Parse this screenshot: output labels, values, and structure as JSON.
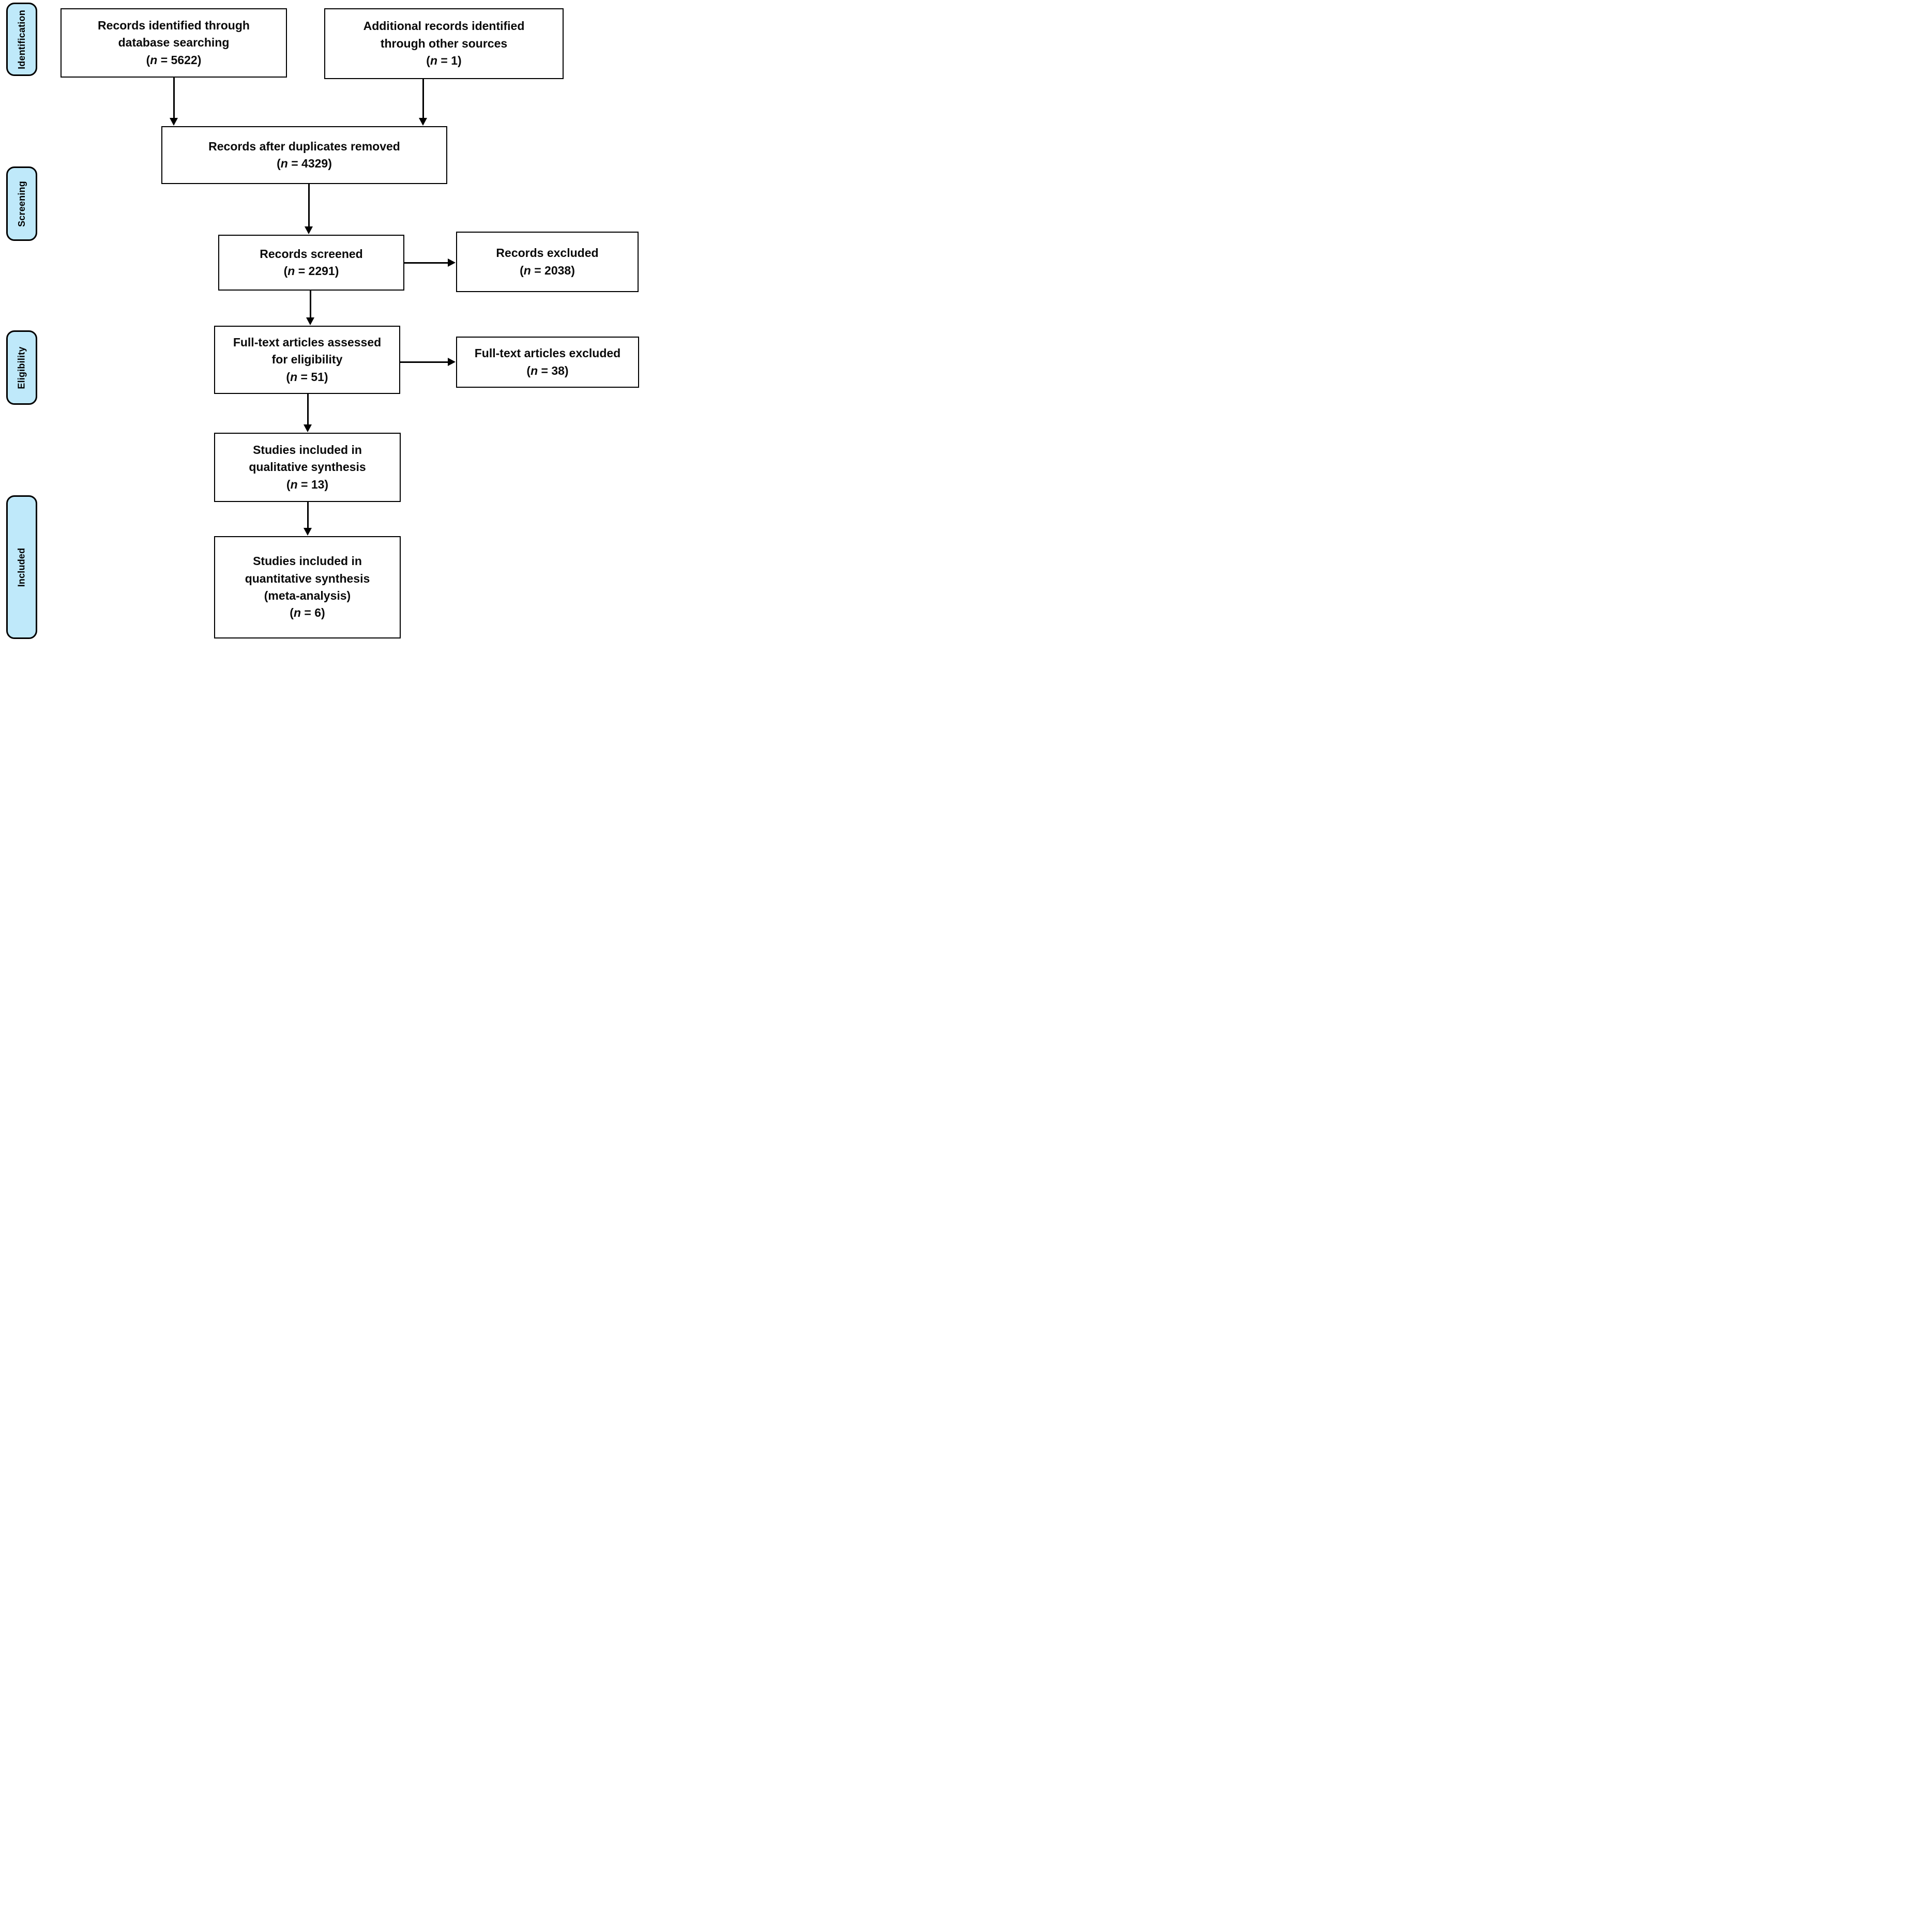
{
  "diagram": {
    "type": "prisma-flow",
    "stages": [
      {
        "label": "Identification"
      },
      {
        "label": "Screening"
      },
      {
        "label": "Eligibility"
      },
      {
        "label": "Included"
      }
    ],
    "boxes": [
      {
        "id": "records-identified",
        "text": "Records identified through\ndatabase searching",
        "count": {
          "open": "(",
          "var": "n",
          "rest": " = 5622)",
          "value": 5622
        }
      },
      {
        "id": "additional-records",
        "text": "Additional records identified\nthrough other sources",
        "count": {
          "open": "(",
          "var": "n",
          "rest": " = 1)",
          "value": 1
        }
      },
      {
        "id": "duplicates-removed",
        "text": "Records after duplicates removed",
        "count": {
          "open": "(",
          "var": "n",
          "rest": " = 4329)",
          "value": 4329
        }
      },
      {
        "id": "records-screened",
        "text": "Records screened",
        "count": {
          "open": "(",
          "var": "n",
          "rest": " = 2291)",
          "value": 2291
        }
      },
      {
        "id": "records-excluded",
        "text": "Records excluded",
        "count": {
          "open": "(",
          "var": "n",
          "rest": " = 2038)",
          "value": 2038
        }
      },
      {
        "id": "fulltext-assessed",
        "text": "Full-text articles assessed\nfor eligibility",
        "count": {
          "open": "(",
          "var": "n",
          "rest": " = 51)",
          "value": 51
        }
      },
      {
        "id": "fulltext-excluded",
        "text": "Full-text articles excluded",
        "count": {
          "open": "(",
          "var": "n",
          "rest": " = 38)",
          "value": 38
        }
      },
      {
        "id": "qualitative-synthesis",
        "text": "Studies included in\nqualitative synthesis",
        "count": {
          "open": "(",
          "var": "n",
          "rest": " = 13)",
          "value": 13
        }
      },
      {
        "id": "quantitative-synthesis",
        "text": "Studies included in\nquantitative synthesis\n(meta-analysis)",
        "count": {
          "open": "(",
          "var": "n",
          "rest": " = 6)",
          "value": 6
        }
      }
    ],
    "colors": {
      "stage_fill": "#BFE9FA",
      "box_fill": "#FFFFFF",
      "line": "#000000",
      "text": "#0A0A0A"
    }
  }
}
